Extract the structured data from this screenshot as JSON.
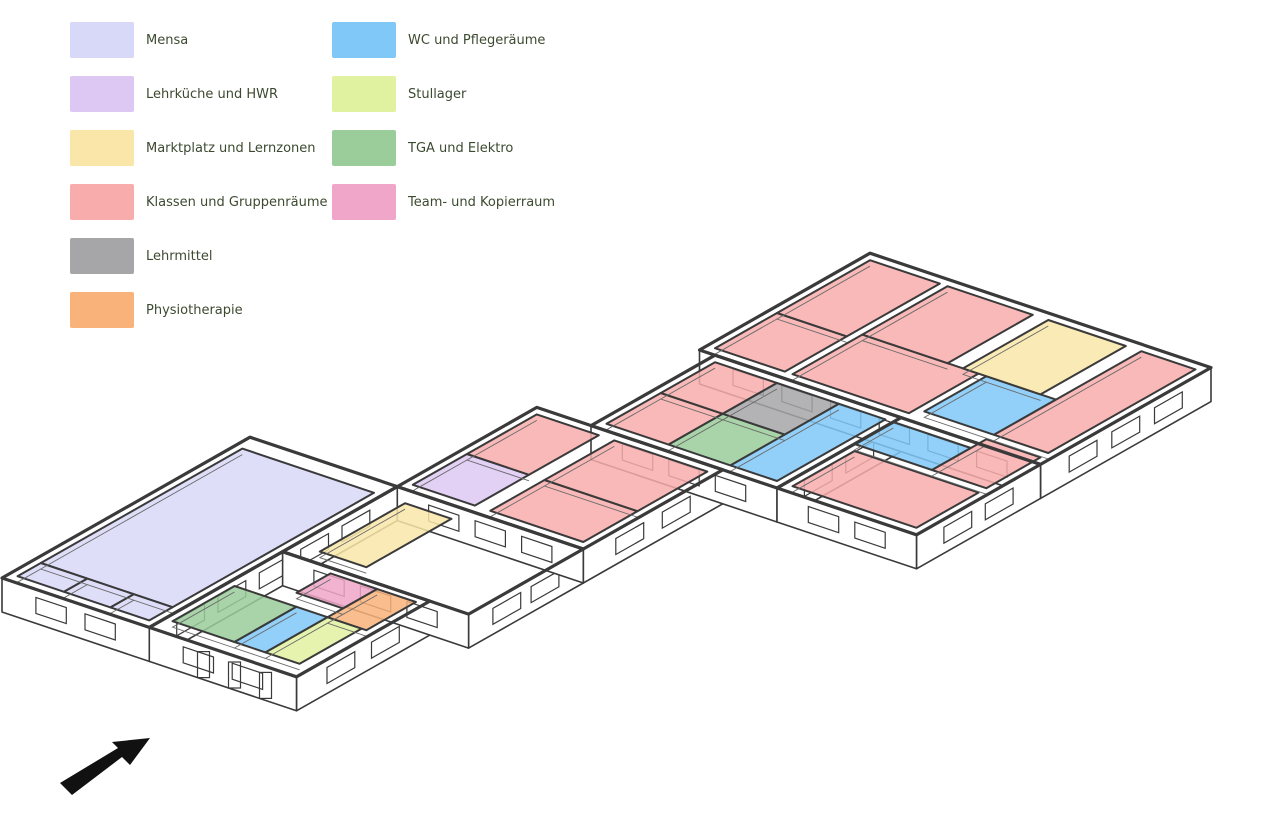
{
  "legend": {
    "items": [
      {
        "key": "mensa",
        "label": "Mensa",
        "color": "#d8d8f8"
      },
      {
        "key": "lehrkueche",
        "label": "Lehrküche und HWR",
        "color": "#ddc8f3"
      },
      {
        "key": "marktplatz",
        "label": "Marktplatz und Lernzonen",
        "color": "#f9e6a8"
      },
      {
        "key": "klassen",
        "label": "Klassen und Gruppenräume",
        "color": "#f8adac"
      },
      {
        "key": "lehrmittel",
        "label": "Lehrmittel",
        "color": "#a6a6a8"
      },
      {
        "key": "physio",
        "label": "Physiotherapie",
        "color": "#f9b37a"
      },
      {
        "key": "wc",
        "label": "WC und Pflegeräume",
        "color": "#7fc8f8"
      },
      {
        "key": "stuhllager",
        "label": "Stullager",
        "color": "#e0f1a0"
      },
      {
        "key": "tga",
        "label": "TGA und Elektro",
        "color": "#9acd9a"
      },
      {
        "key": "team",
        "label": "Team- und Kopierraum",
        "color": "#f0a6c8"
      }
    ]
  },
  "diagram": {
    "entrance_arrow_color": "#111111",
    "outline_color": "#3a3a3a"
  }
}
